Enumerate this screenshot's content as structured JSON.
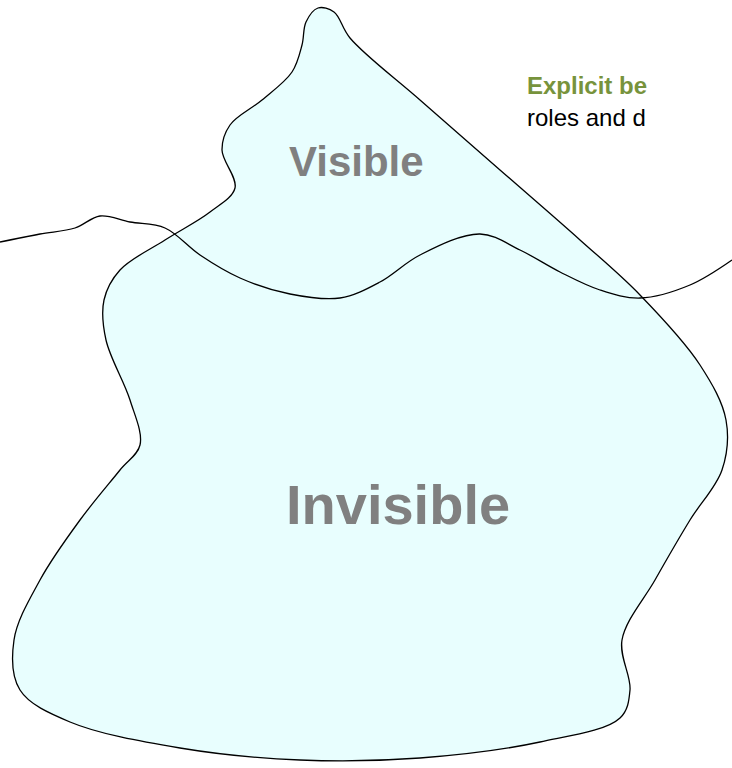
{
  "diagram": {
    "nodes": [
      {
        "text": [
          "Visible",
          "Invisible"
        ]
      }
    ],
    "labels": [
      "Explicit be",
      "roles and d"
    ]
  }
}
